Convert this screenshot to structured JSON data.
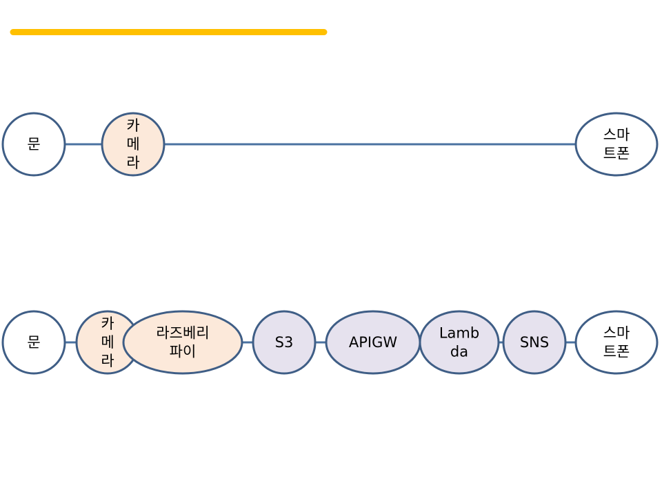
{
  "colors": {
    "accent_bar": "#FFC000",
    "connector": "#4A72A0",
    "node_border": "#3F5E86",
    "fill_white": "#FFFFFF",
    "fill_peach": "#FCE9DA",
    "fill_lavender": "#E6E2EE"
  },
  "rows": [
    {
      "id": "simple-flow",
      "nodes": [
        {
          "id": "door",
          "lines": [
            "문"
          ],
          "fill": "fill_white"
        },
        {
          "id": "camera",
          "lines": [
            "카",
            "메",
            "라"
          ],
          "fill": "fill_peach"
        },
        {
          "id": "smartphone",
          "lines": [
            "스마",
            "트폰"
          ],
          "fill": "fill_white"
        }
      ]
    },
    {
      "id": "detailed-flow",
      "nodes": [
        {
          "id": "door",
          "lines": [
            "문"
          ],
          "fill": "fill_white"
        },
        {
          "id": "camera",
          "lines": [
            "카",
            "메",
            "라"
          ],
          "fill": "fill_peach"
        },
        {
          "id": "raspberry-pi",
          "lines": [
            "라즈베리",
            "파이"
          ],
          "fill": "fill_peach"
        },
        {
          "id": "s3",
          "lines": [
            "S3"
          ],
          "fill": "fill_lavender"
        },
        {
          "id": "apigw",
          "lines": [
            "APIGW"
          ],
          "fill": "fill_lavender"
        },
        {
          "id": "lambda",
          "lines": [
            "Lamb",
            "da"
          ],
          "fill": "fill_lavender"
        },
        {
          "id": "sns",
          "lines": [
            "SNS"
          ],
          "fill": "fill_lavender"
        },
        {
          "id": "smartphone",
          "lines": [
            "스마",
            "트폰"
          ],
          "fill": "fill_white"
        }
      ]
    }
  ]
}
